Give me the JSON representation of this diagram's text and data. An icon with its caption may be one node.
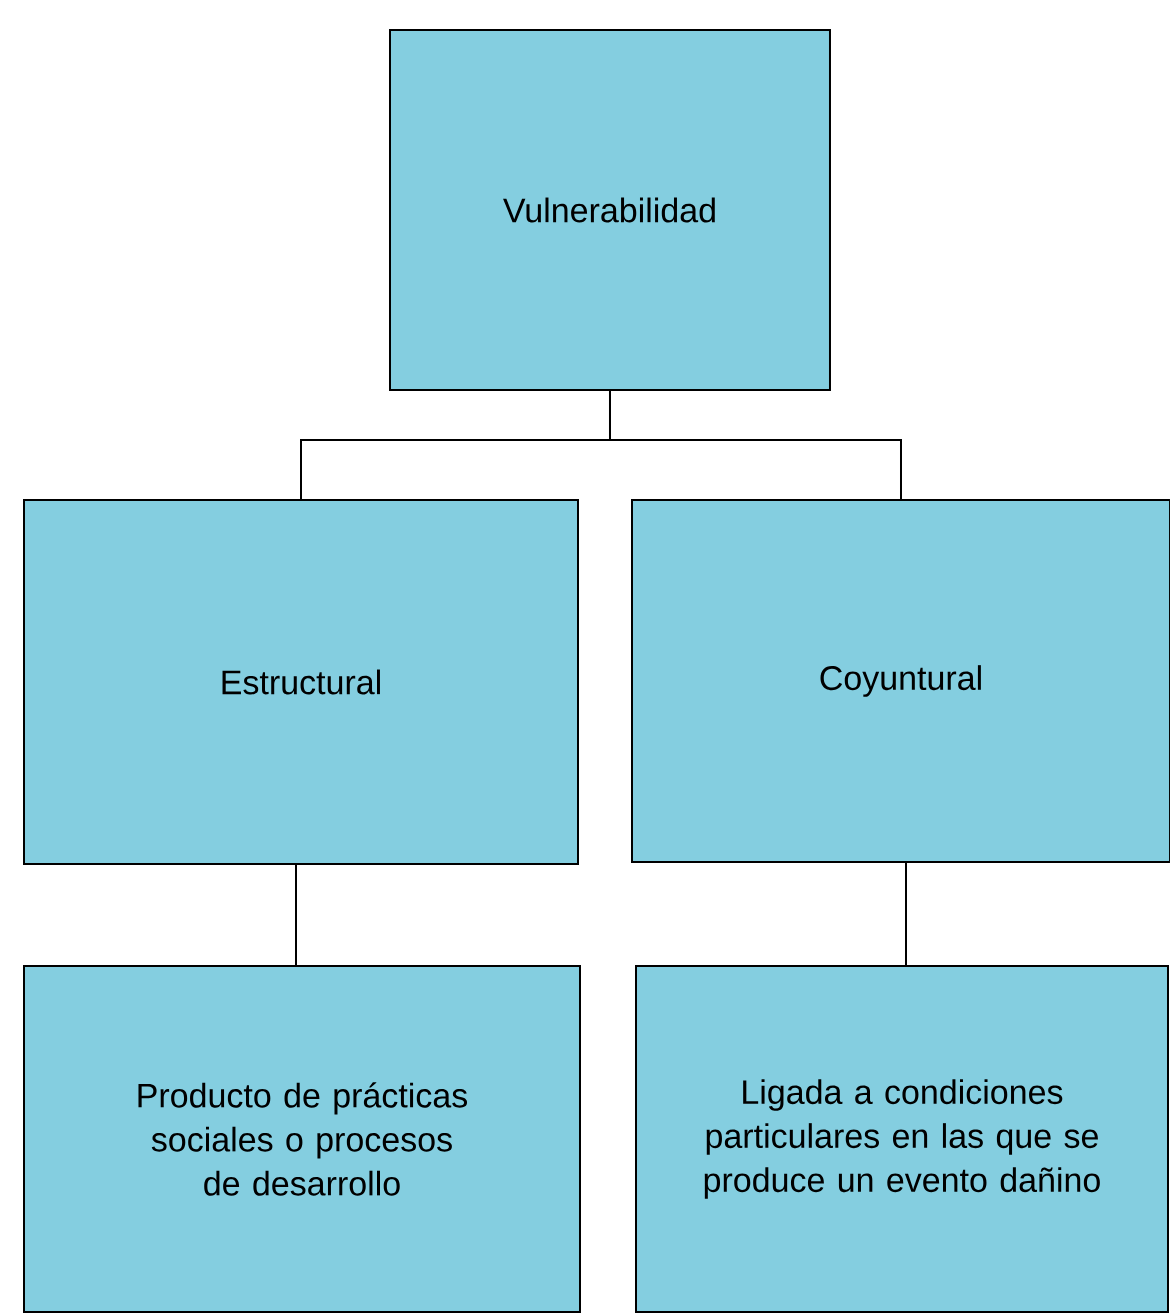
{
  "diagram": {
    "nodes": [
      {
        "text": [
          "Vulnerabilidad"
        ]
      },
      {
        "text": [
          "Estructural"
        ]
      },
      {
        "text": [
          "Coyuntural"
        ]
      },
      {
        "text": [
          "Producto de prácticas sociales o procesos de desarrollo"
        ]
      },
      {
        "text": [
          "Ligada a condiciones particulares en las que se produce un evento dañino"
        ]
      }
    ],
    "edges": [
      {
        "from": 0,
        "to": 1,
        "arrow": "none"
      },
      {
        "from": 0,
        "to": 2,
        "arrow": "none"
      },
      {
        "from": 1,
        "to": 3,
        "arrow": "none"
      },
      {
        "from": 2,
        "to": 4,
        "arrow": "none"
      }
    ]
  }
}
